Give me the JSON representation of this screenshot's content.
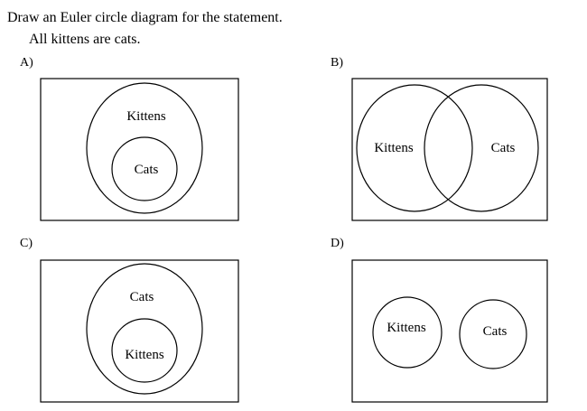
{
  "question": {
    "prompt": "Draw an Euler circle diagram for the statement.",
    "statement": "All kittens are cats."
  },
  "options": [
    {
      "label": "A)",
      "outer_set": "Kittens",
      "inner_set": "Cats",
      "relation": "Cats inside Kittens"
    },
    {
      "label": "B)",
      "left_set": "Kittens",
      "right_set": "Cats",
      "relation": "overlapping"
    },
    {
      "label": "C)",
      "outer_set": "Cats",
      "inner_set": "Kittens",
      "relation": "Kittens inside Cats"
    },
    {
      "label": "D)",
      "left_set": "Kittens",
      "right_set": "Cats",
      "relation": "disjoint"
    }
  ]
}
